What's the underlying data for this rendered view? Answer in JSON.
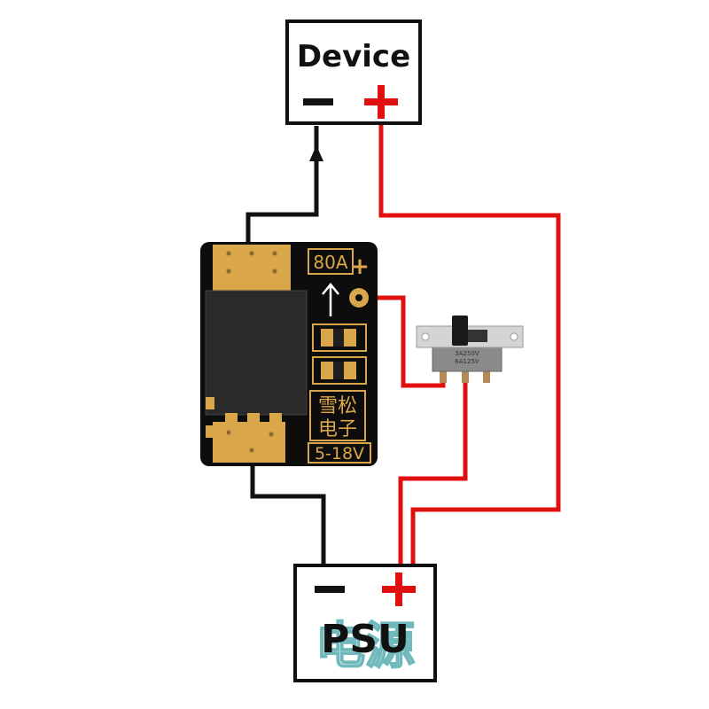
{
  "device": {
    "label": "Device",
    "minus": "−",
    "plus": "+"
  },
  "psu": {
    "label": "PSU",
    "watermark": "电源",
    "minus": "−",
    "plus": "+"
  },
  "board": {
    "current_rating": "80A",
    "plus_mark": "+",
    "chinese_line1": "雪松",
    "chinese_line2": "电子",
    "voltage_range": "5-18V"
  },
  "switch": {
    "rating_line1": "3A250V",
    "rating_line2": "6A125V"
  },
  "colors": {
    "positive_wire": "#e01010",
    "negative_wire": "#111111",
    "pad_gold": "#d9a64a",
    "board": "#0d0d0d"
  }
}
